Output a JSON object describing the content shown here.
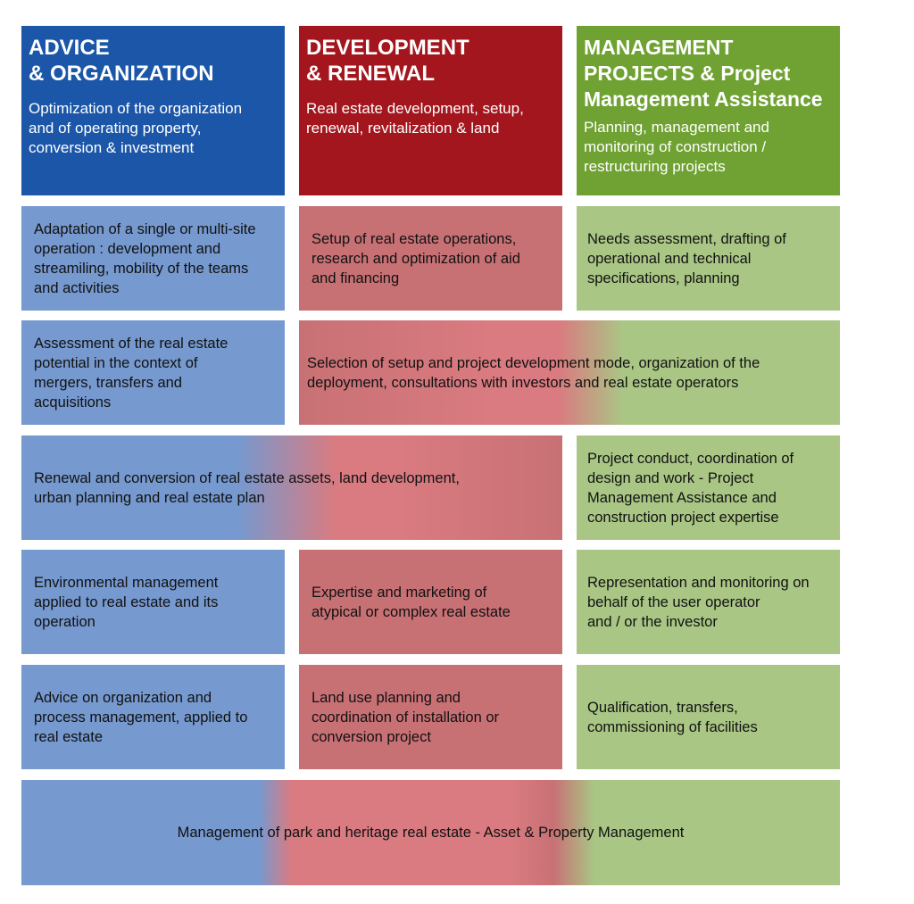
{
  "headers": {
    "col1": {
      "title_lines": [
        "ADVICE",
        "& ORGANIZATION"
      ],
      "sub_lines": [
        "Optimization of the organization",
        "and of operating property,",
        "conversion & investment"
      ]
    },
    "col2": {
      "title_lines": [
        "DEVELOPMENT",
        "& RENEWAL"
      ],
      "sub_lines": [
        "Real estate development, setup,",
        "renewal, revitalization & land"
      ]
    },
    "col3": {
      "title_lines": [
        "MANAGEMENT",
        "PROJECTS & Project",
        "Management Assistance"
      ],
      "sub_lines": [
        "Planning, management and",
        "monitoring of construction /",
        "restructuring projects"
      ]
    }
  },
  "rows": {
    "r1": {
      "c1": [
        "Adaptation of a single or multi-site",
        "operation : development and",
        "streamiling, mobility of the teams",
        "and activities"
      ],
      "c2": [
        "Setup of real estate operations,",
        "research and optimization of aid",
        "and financing"
      ],
      "c3": [
        "Needs assessment, drafting of",
        "operational and technical",
        "specifications, planning"
      ]
    },
    "r2": {
      "c1": [
        "Assessment of the real estate",
        "potential in the context of",
        "mergers, transfers and",
        "acquisitions"
      ],
      "c23": [
        "Selection of setup and project development mode, organization of the",
        "deployment, consultations with investors and real estate operators"
      ]
    },
    "r3": {
      "c12": [
        "Renewal and conversion of real estate assets, land development,",
        "urban planning and real estate plan"
      ],
      "c3": [
        "Project conduct, coordination of",
        "design and work - Project",
        "Management Assistance and",
        "construction project expertise"
      ]
    },
    "r4": {
      "c1": [
        "Environmental management",
        "applied to real estate and its",
        "operation"
      ],
      "c2": [
        "Expertise and marketing of",
        "atypical or complex real estate"
      ],
      "c3": [
        "Representation and monitoring on",
        "behalf of the user operator",
        "and / or the investor"
      ]
    },
    "r5": {
      "c1": [
        "Advice on organization and",
        "process management, applied to",
        "real estate"
      ],
      "c2": [
        "Land use planning and",
        "coordination of installation or",
        "conversion project"
      ],
      "c3": [
        "Qualification, transfers,",
        "commissioning of facilities"
      ]
    },
    "r6": {
      "c123": [
        "Management of park and heritage real estate - Asset & Property Management"
      ]
    }
  },
  "colors": {
    "blue_header": "#1b56a8",
    "red_header": "#a3161d",
    "green_header": "#6fa232",
    "blue_cell": "#7699cf",
    "red_cell": "#c87175",
    "green_cell": "#a9c685",
    "pink_mid": "#d97b80"
  }
}
